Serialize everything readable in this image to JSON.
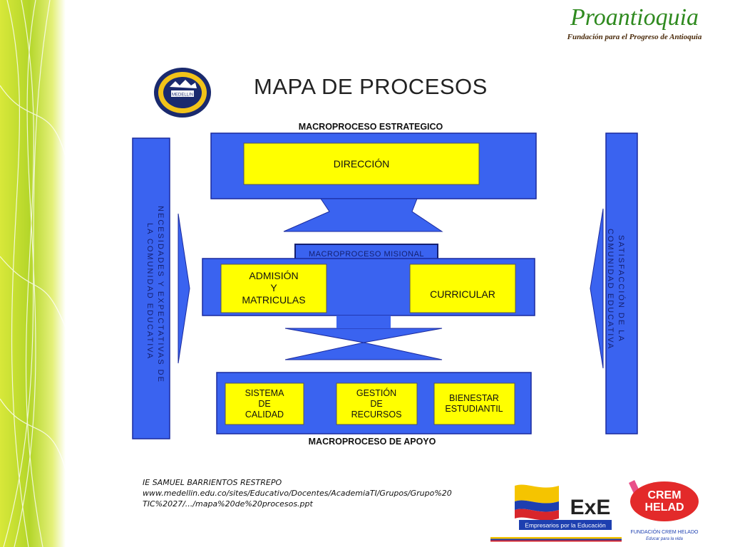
{
  "brand": {
    "name": "Proantioquia",
    "tagline": "Fundación para el Progreso de Antioquia"
  },
  "seal": {
    "label": "MEDELLIN"
  },
  "title": "MAPA DE PROCESOS",
  "diagram": {
    "strategic_label": "MACROPROCESO ESTRATEGICO",
    "direction": "DIRECCIÓN",
    "missional_label": "MACROPROCESO MISIONAL",
    "admission": [
      "ADMISIÓN",
      "Y",
      "MATRICULAS"
    ],
    "curricular": "CURRICULAR",
    "quality": [
      "SISTEMA",
      "DE",
      "CALIDAD"
    ],
    "resources": [
      "GESTIÓN",
      "DE",
      "RECURSOS"
    ],
    "welfare": [
      "BIENESTAR",
      "ESTUDIANTIL"
    ],
    "support_label": "MACROPROCESO DE APOYO",
    "needs_label": [
      "NECESIDADES Y EXPECTATIVAS DE",
      "LA COMUNIDAD EDUCATIVA"
    ],
    "satisfaction_label": [
      "SATISFACCIÓN DE LA",
      "COMUNIDAD EDUCATIVA"
    ],
    "colors": {
      "blue": "#3a63f0",
      "yellow": "#ffff00",
      "navy": "#141f6e"
    }
  },
  "citation": {
    "institution": "IE SAMUEL BARRIENTOS RESTREPO",
    "url_line1": "www.medellin.edu.co/sites/Educativo/Docentes/AcademiaTI/Grupos/Grupo%20",
    "url_line2": "TIC%2027/.../mapa%20de%20procesos.ppt"
  },
  "logos": {
    "exe": {
      "mark": "ExE",
      "caption": "Empresarios por la Educación"
    },
    "crem": {
      "mark_line1": "CREM",
      "mark_line2": "HELAD",
      "caption": "FUNDACIÓN CREM HELADO",
      "slogan": "Educar para la vida"
    }
  }
}
